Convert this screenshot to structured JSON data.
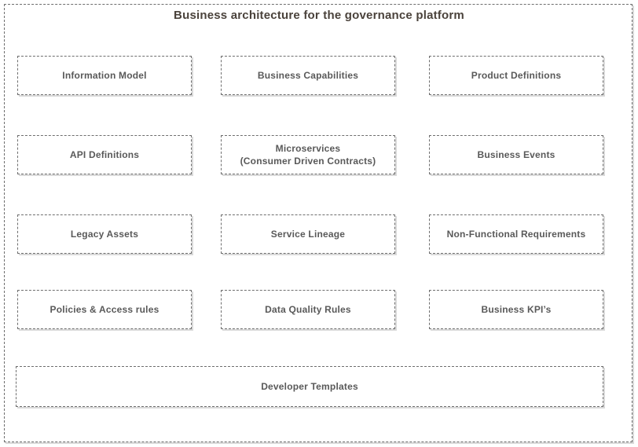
{
  "title": "Business architecture for the governance platform",
  "colors": {
    "background": "#ffffff",
    "border": "#6e6e6e",
    "shadow": "#d9d9d9",
    "title_text": "#4a423b",
    "box_text": "#595959"
  },
  "boxes": [
    {
      "label": "Information Model"
    },
    {
      "label": "Business Capabilities"
    },
    {
      "label": "Product Definitions"
    },
    {
      "label": "API Definitions"
    },
    {
      "label": "Microservices\n(Consumer Driven Contracts)"
    },
    {
      "label": "Business Events"
    },
    {
      "label": "Legacy Assets"
    },
    {
      "label": "Service Lineage"
    },
    {
      "label": "Non-Functional Requirements"
    },
    {
      "label": "Policies & Access rules"
    },
    {
      "label": "Data Quality Rules"
    },
    {
      "label": "Business KPI’s"
    },
    {
      "label": "Developer Templates"
    }
  ]
}
